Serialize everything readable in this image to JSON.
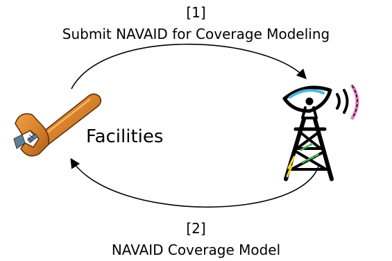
{
  "step1": {
    "number": "[1]",
    "label": "Submit NAVAID for Coverage Modeling"
  },
  "step2": {
    "number": "[2]",
    "label": "NAVAID Coverage Model"
  },
  "facilities": {
    "label": "Facilities",
    "icon": "wrench-icon"
  },
  "navaid": {
    "icon": "radio-tower-icon"
  },
  "colors": {
    "wrench_orange": "#d9822b",
    "wrench_dark": "#8a4a14",
    "tower_black": "#000000",
    "accent_cyan": "#4fb7d9",
    "accent_pink": "#e77fc0",
    "accent_green": "#47b25a",
    "accent_yellow": "#f2d534"
  }
}
